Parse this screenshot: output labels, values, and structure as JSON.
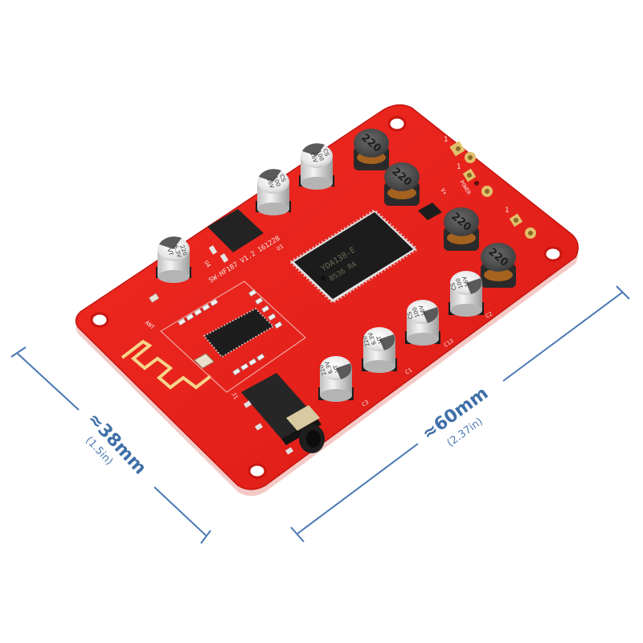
{
  "image": {
    "subject": "Bluetooth stereo amplifier board",
    "background_color": "#ffffff",
    "board_color": "#e8201c",
    "board_edge_color": "#b5140f",
    "dimension_color": "#3f6fa8"
  },
  "dimensions": {
    "width": {
      "main": "≈38mm",
      "sub": "(1.5in)"
    },
    "length": {
      "main": "≈60mm",
      "sub": "(2.37in)"
    }
  },
  "board": {
    "silkscreen": {
      "model": "SW-HF187  V1.2  161228",
      "u1": "U1",
      "u4": "U4",
      "ant": "ANT",
      "j1": "J1",
      "power": "POWER",
      "vplus": "V+",
      "c3": "C3",
      "c1": "C1",
      "c13": "C13",
      "c2": "C2"
    },
    "main_chip": {
      "line1": "YDA138-E",
      "line2": "0536 RA"
    },
    "capacitors": [
      {
        "id": "cap-top-left",
        "lines": [
          "220",
          "6.3V",
          "VT"
        ]
      },
      {
        "id": "cap-top-mid",
        "lines": [
          "CS",
          "100",
          "16V"
        ]
      },
      {
        "id": "cap-top-right",
        "lines": [
          "CS",
          "100",
          "16V"
        ]
      },
      {
        "id": "cap-bottom-1",
        "lines": [
          "220",
          "6.3V",
          "VT"
        ]
      },
      {
        "id": "cap-bottom-2",
        "lines": [
          "220",
          "6.3V",
          "VT"
        ]
      },
      {
        "id": "cap-bottom-3",
        "lines": [
          "CS",
          "100",
          "16V"
        ]
      },
      {
        "id": "cap-bottom-4",
        "lines": [
          "CS",
          "100",
          "16V"
        ]
      }
    ],
    "inductors": [
      {
        "id": "ind-1",
        "label": "220"
      },
      {
        "id": "ind-2",
        "label": "220"
      },
      {
        "id": "ind-3",
        "label": "220"
      },
      {
        "id": "ind-4",
        "label": "220"
      }
    ],
    "terminals": [
      {
        "id": "terminal-right-speaker",
        "pin1": "1"
      },
      {
        "id": "terminal-power",
        "pin1": "1"
      },
      {
        "id": "terminal-left-speaker",
        "pin1": "1"
      }
    ]
  }
}
